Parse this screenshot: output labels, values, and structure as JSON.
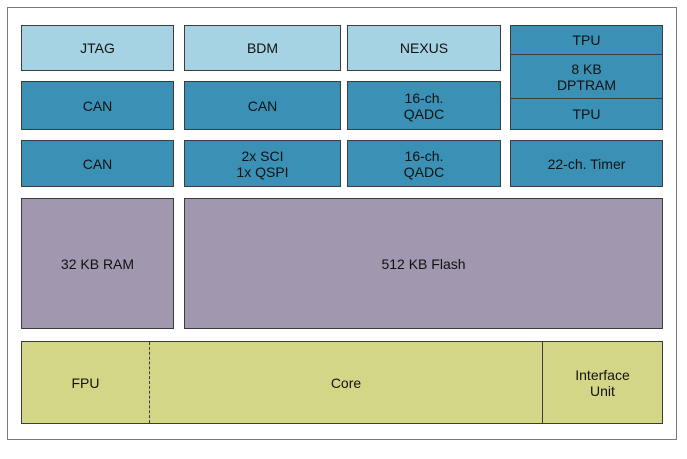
{
  "row1": {
    "jtag": "JTAG",
    "bdm": "BDM",
    "nexus": "NEXUS"
  },
  "tpu_stack": {
    "top": "TPU",
    "middle": "8 KB\nDPTRAM",
    "bottom": "TPU"
  },
  "row2": {
    "can_a": "CAN",
    "can_b": "CAN",
    "qadc": "16-ch.\nQADC"
  },
  "row3": {
    "can": "CAN",
    "sci_qspi": "2x SCI\n1x QSPI",
    "qadc": "16-ch.\nQADC",
    "timer": "22-ch. Timer"
  },
  "memory": {
    "ram": "32 KB RAM",
    "flash": "512 KB Flash"
  },
  "core_bar": {
    "fpu": "FPU",
    "core": "Core",
    "interface": "Interface\nUnit"
  },
  "colors": {
    "light_blue": "#a6d3e3",
    "dark_blue": "#3a91b5",
    "purple": "#a197ae",
    "olive": "#d3d686"
  }
}
